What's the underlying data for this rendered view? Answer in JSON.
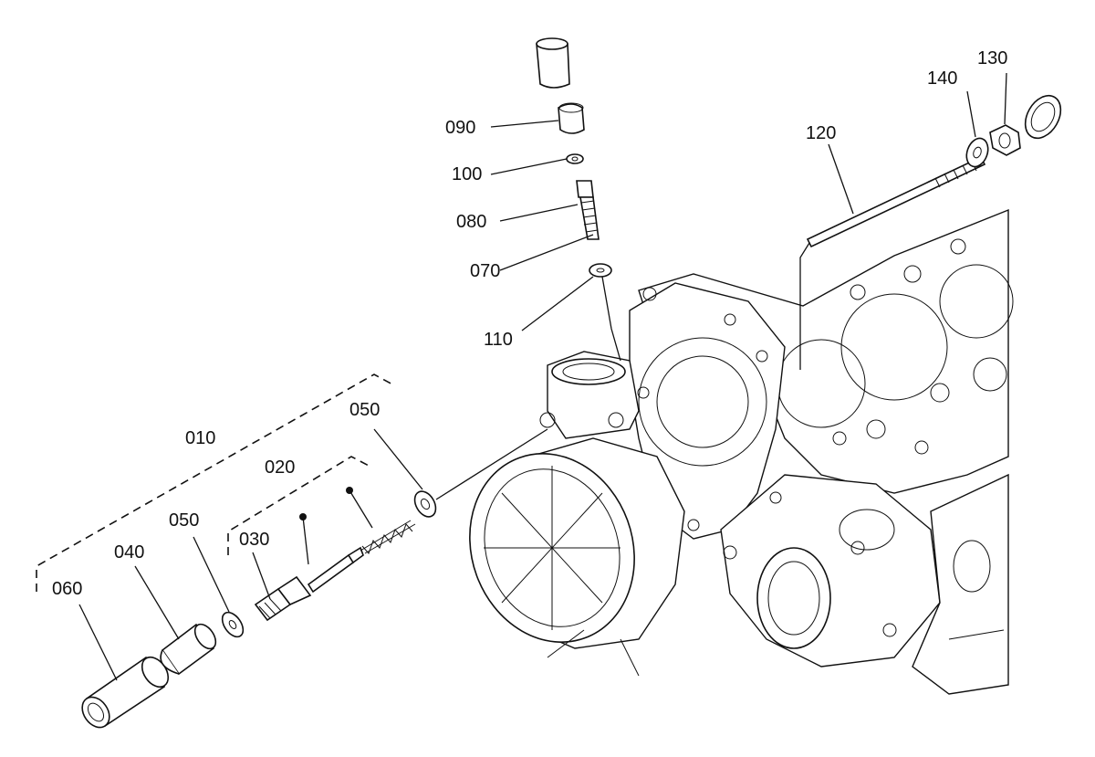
{
  "labels": {
    "p010": "010",
    "p020": "020",
    "p030": "030",
    "p040": "040",
    "p050a": "050",
    "p050b": "050",
    "p060": "060",
    "p070": "070",
    "p080": "080",
    "p090": "090",
    "p100": "100",
    "p110": "110",
    "p120": "120",
    "p130": "130",
    "p140": "140"
  }
}
